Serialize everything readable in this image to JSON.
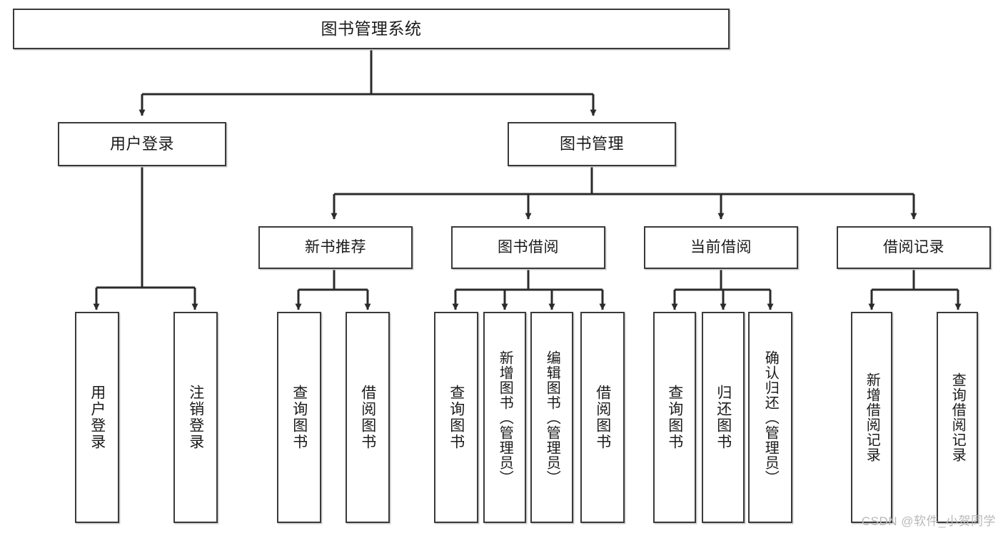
{
  "diagram": {
    "title": "图书管理系统",
    "watermark": "CSDN @软件_小贺同学",
    "colors": {
      "box_border": "#3a3a3a",
      "box_fill": "#ffffff",
      "edge": "#2b2b2b",
      "text": "#1a1a1a",
      "watermark": "#b8b8b8"
    },
    "nodes": {
      "root": {
        "label": "图书管理系统"
      },
      "level2": [
        {
          "id": "user-login",
          "label": "用户登录"
        },
        {
          "id": "book-manage",
          "label": "图书管理"
        }
      ],
      "level3": [
        {
          "id": "new-book-recommend",
          "label": "新书推荐"
        },
        {
          "id": "book-borrow",
          "label": "图书借阅"
        },
        {
          "id": "current-borrow",
          "label": "当前借阅"
        },
        {
          "id": "borrow-record",
          "label": "借阅记录"
        }
      ],
      "leaves": {
        "user-login": [
          {
            "id": "leaf-user-login",
            "label": "用户登录"
          },
          {
            "id": "leaf-logout",
            "label": "注销登录"
          }
        ],
        "new-book-recommend": [
          {
            "id": "leaf-query-book-1",
            "label": "查询图书"
          },
          {
            "id": "leaf-borrow-book-1",
            "label": "借阅图书"
          }
        ],
        "book-borrow": [
          {
            "id": "leaf-query-book-2",
            "label": "查询图书"
          },
          {
            "id": "leaf-add-book",
            "label": "新增图书（管理员）"
          },
          {
            "id": "leaf-edit-book",
            "label": "编辑图书（管理员）"
          },
          {
            "id": "leaf-borrow-book-2",
            "label": "借阅图书"
          }
        ],
        "current-borrow": [
          {
            "id": "leaf-query-book-3",
            "label": "查询图书"
          },
          {
            "id": "leaf-return-book",
            "label": "归还图书"
          },
          {
            "id": "leaf-confirm-return",
            "label": "确认归还（管理员）"
          }
        ],
        "borrow-record": [
          {
            "id": "leaf-add-record",
            "label": "新增借阅记录"
          },
          {
            "id": "leaf-query-record",
            "label": "查询借阅记录"
          }
        ]
      }
    }
  }
}
